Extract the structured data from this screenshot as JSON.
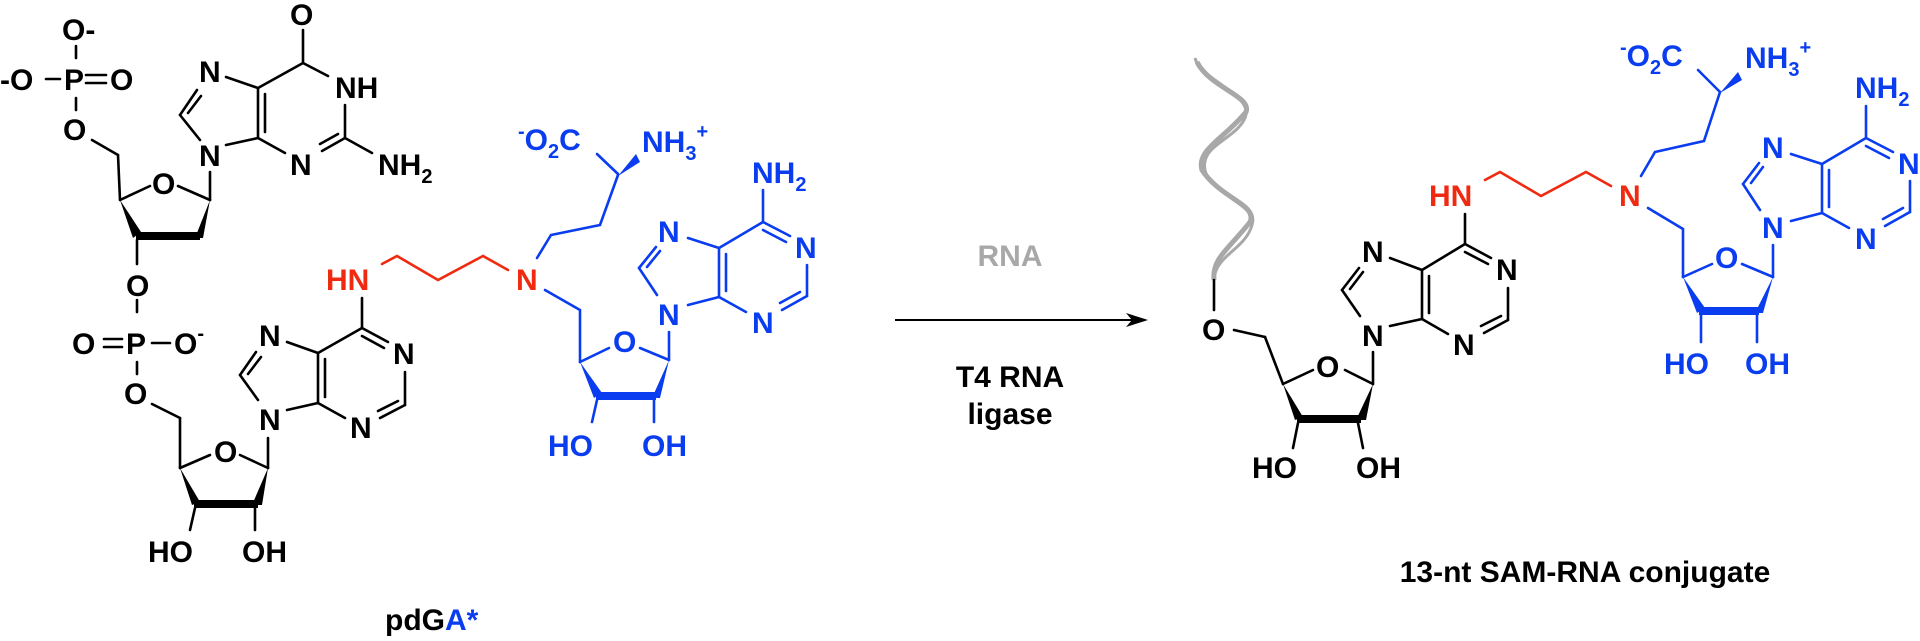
{
  "diagram": {
    "type": "chemical-reaction-scheme",
    "colors": {
      "nucleotide": "#000000",
      "sam_moiety": "#0a3cf0",
      "linker": "#f02a10",
      "rna": "#a8a8a8"
    },
    "reactant": {
      "name": "pdGA*",
      "name_parts": {
        "black": "pdG",
        "blue": "A*"
      },
      "atoms": {
        "phosphate1_o_minus_top": "O-",
        "phosphate1_o_minus_left": "-O",
        "phosphate1_p": "P",
        "phosphate1_o_double": "O",
        "phosphate1_o_ester": "O",
        "guanine_o": "O",
        "guanine_n7": "N",
        "guanine_nh": "NH",
        "guanine_n9": "N",
        "guanine_n3": "N",
        "guanine_nh2": "NH",
        "guanine_nh2_sub": "2",
        "deoxyribose_o": "O",
        "o3": "O",
        "phosphate2_p": "P",
        "phosphate2_o_double": "O",
        "phosphate2_o_minus": "O",
        "phosphate2_o_ester": "O",
        "adenine_n7": "N",
        "adenine_n1": "N",
        "adenine_n9": "N",
        "adenine_n3": "N",
        "ribose_o": "O",
        "ribose_ho": "HO",
        "ribose_oh": "OH",
        "linker_hn": "HN",
        "linker_n": "N",
        "sam_o2c_minus": "-",
        "sam_o2c": "O",
        "sam_o2c_sub": "2",
        "sam_c": "C",
        "sam_nh3": "NH",
        "sam_nh3_sub": "3",
        "sam_nh3_plus": "+",
        "sam_adenine_nh2": "NH",
        "sam_adenine_nh2_sub": "2",
        "sam_adenine_n7": "N",
        "sam_adenine_n1": "N",
        "sam_adenine_n9": "N",
        "sam_adenine_n3": "N",
        "sam_ribose_o": "O",
        "sam_ribose_ho": "HO",
        "sam_ribose_oh": "OH"
      }
    },
    "arrow": {
      "above": "RNA",
      "below_line1": "T4 RNA",
      "below_line2": "ligase"
    },
    "product": {
      "name": "13-nt SAM-RNA conjugate",
      "atoms": {
        "o5": "O",
        "ribose_o": "O",
        "ribose_ho": "HO",
        "ribose_oh": "OH",
        "adenine_n7": "N",
        "adenine_n1": "N",
        "adenine_n9": "N",
        "adenine_n3": "N",
        "linker_hn": "HN",
        "linker_n": "N",
        "sam_o2c_minus": "-",
        "sam_o2c": "O",
        "sam_o2c_sub": "2",
        "sam_c": "C",
        "sam_nh3": "NH",
        "sam_nh3_sub": "3",
        "sam_nh3_plus": "+",
        "sam_adenine_nh2": "NH",
        "sam_adenine_nh2_sub": "2",
        "sam_adenine_n7": "N",
        "sam_adenine_n1": "N",
        "sam_adenine_n9": "N",
        "sam_adenine_n3": "N",
        "sam_ribose_o": "O",
        "sam_ribose_ho": "HO",
        "sam_ribose_oh": "OH"
      }
    }
  }
}
